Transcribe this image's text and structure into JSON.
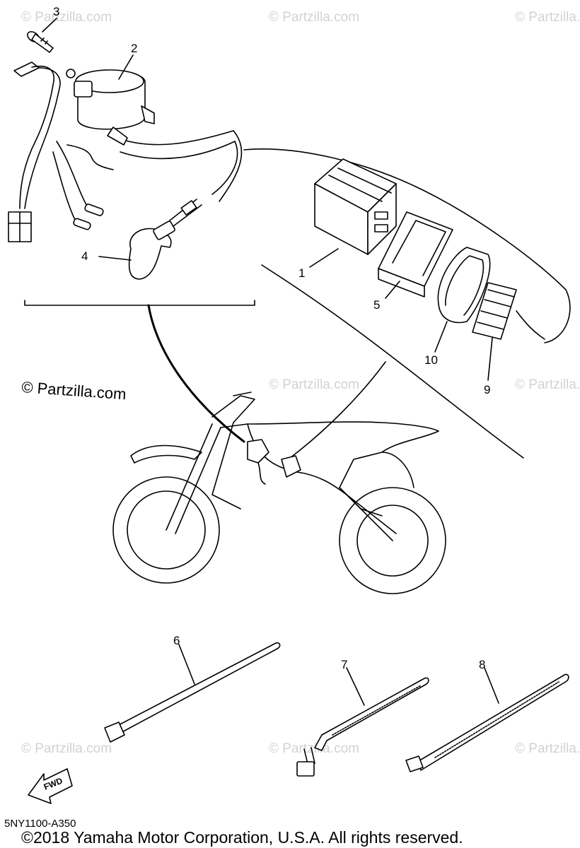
{
  "watermarks": {
    "text": "© Partzilla.com",
    "primary": "© Partzilla.com"
  },
  "parts": {
    "p1": "1",
    "p2": "2",
    "p3": "3",
    "p4": "4",
    "p5": "5",
    "p6": "6",
    "p7": "7",
    "p8": "8",
    "p9": "9",
    "p10": "10"
  },
  "fwd_label": "FWD",
  "diagram_code": "5NY1100-A350",
  "copyright": "©2018 Yamaha Motor Corporation, U.S.A. All rights reserved."
}
